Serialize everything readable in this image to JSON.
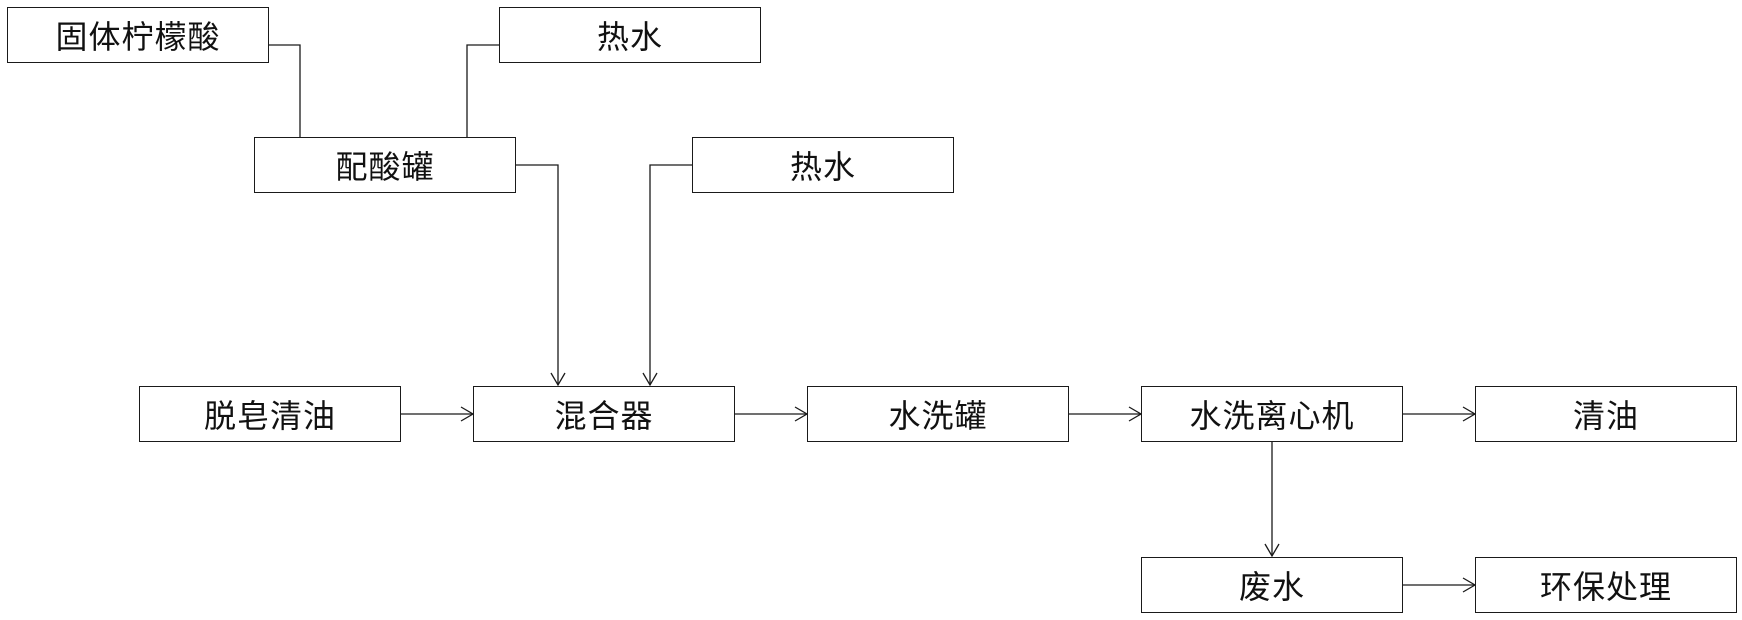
{
  "nodes": {
    "citric_acid": "固体柠檬酸",
    "hot_water_1": "热水",
    "acid_tank": "配酸罐",
    "hot_water_2": "热水",
    "oil_input": "脱皂清油",
    "mixer": "混合器",
    "wash_tank": "水洗罐",
    "centrifuge": "水洗离心机",
    "clean_oil": "清油",
    "waste_water": "废水",
    "env_treatment": "环保处理"
  },
  "edges": [
    {
      "from": "citric_acid",
      "to": "acid_tank",
      "arrow": false
    },
    {
      "from": "hot_water_1",
      "to": "acid_tank",
      "arrow": false
    },
    {
      "from": "acid_tank",
      "to": "mixer",
      "arrow": true
    },
    {
      "from": "hot_water_2",
      "to": "mixer",
      "arrow": true
    },
    {
      "from": "oil_input",
      "to": "mixer",
      "arrow": true
    },
    {
      "from": "mixer",
      "to": "wash_tank",
      "arrow": true
    },
    {
      "from": "wash_tank",
      "to": "centrifuge",
      "arrow": true
    },
    {
      "from": "centrifuge",
      "to": "clean_oil",
      "arrow": true
    },
    {
      "from": "centrifuge",
      "to": "waste_water",
      "arrow": true
    },
    {
      "from": "waste_water",
      "to": "env_treatment",
      "arrow": true
    }
  ],
  "colors": {
    "stroke": "#1a1a1a",
    "text": "#111111",
    "background": "#ffffff"
  }
}
